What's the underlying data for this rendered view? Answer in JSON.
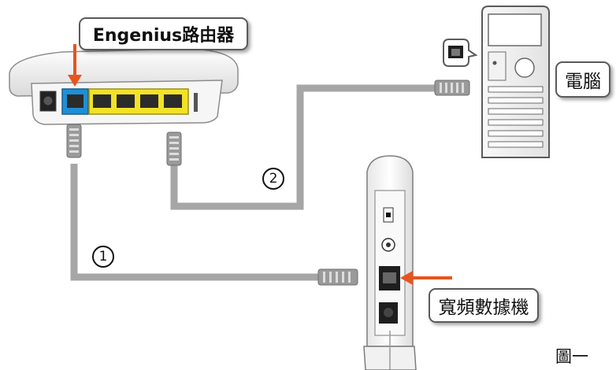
{
  "labels": {
    "router": "Engenius路由器",
    "computer": "電腦",
    "modem": "寬頻數據機",
    "caption": "圖一"
  },
  "steps": {
    "one": "1",
    "two": "2"
  },
  "colors": {
    "cable": "#a6a6a6",
    "arrow": "#e8541e",
    "wan_port": "#1f8fd6",
    "lan_ports": "#f2e227",
    "device_body": "#f4f4f4",
    "outline": "#5a5a5a"
  },
  "icons": [
    "router-device",
    "computer-tower",
    "modem-device",
    "ethernet-plug",
    "ethernet-port",
    "arrow"
  ]
}
